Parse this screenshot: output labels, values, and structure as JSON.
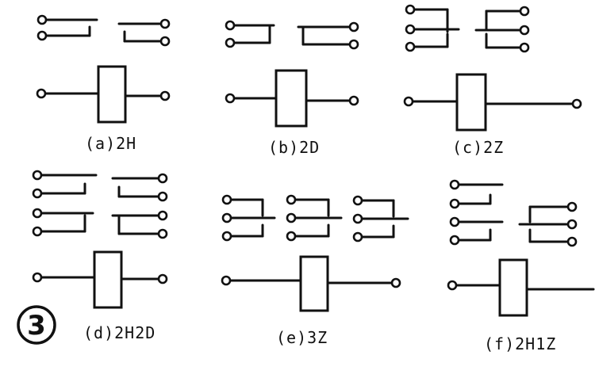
{
  "figure": {
    "number": "3",
    "captions": {
      "a": "(a)2H",
      "b": "(b)2D",
      "c": "(c)2Z",
      "d": "(d)2H2D",
      "e": "(e)3Z",
      "f": "(f)2H1Z"
    }
  }
}
